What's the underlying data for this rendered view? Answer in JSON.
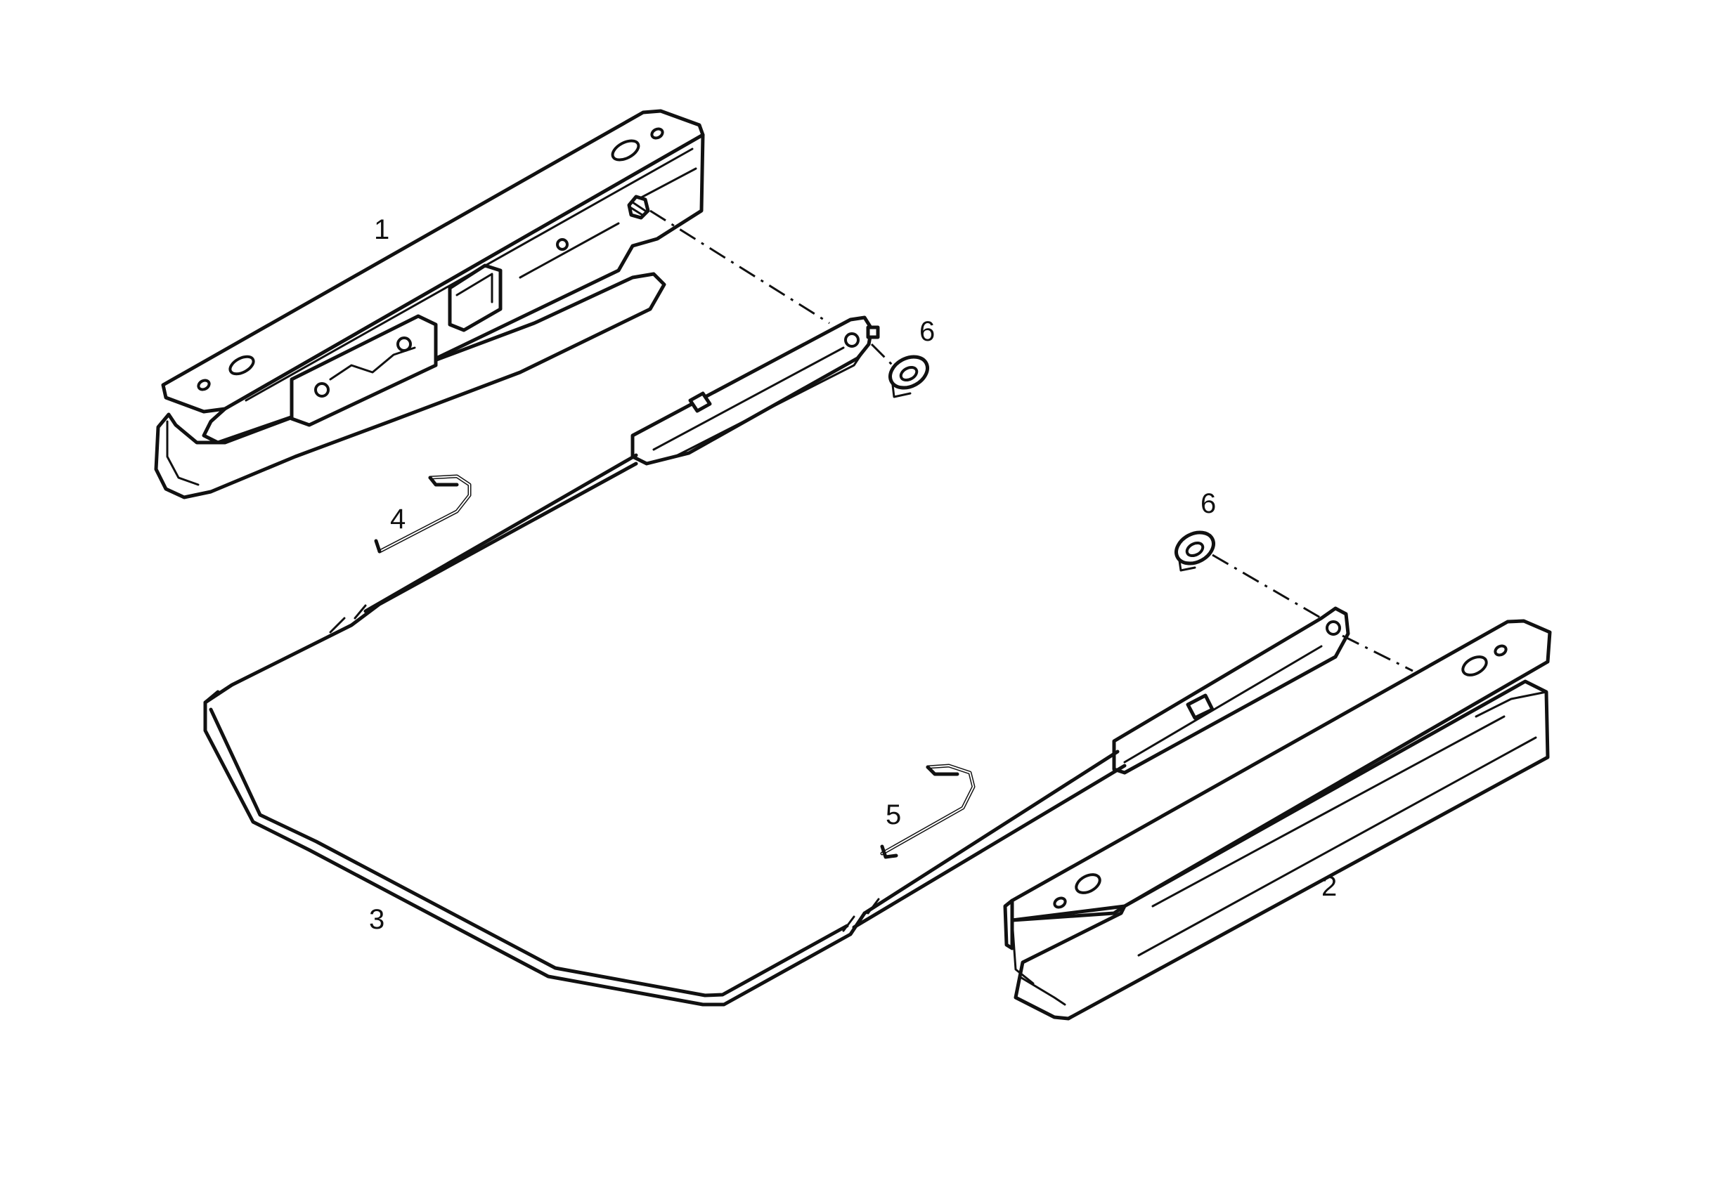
{
  "callouts": {
    "part_1": "1",
    "part_2": "2",
    "part_3": "3",
    "part_4": "4",
    "part_5": "5",
    "part_6_upper": "6",
    "part_6_lower": "6"
  },
  "colors": {
    "line": "#111111",
    "background": "#ffffff"
  }
}
